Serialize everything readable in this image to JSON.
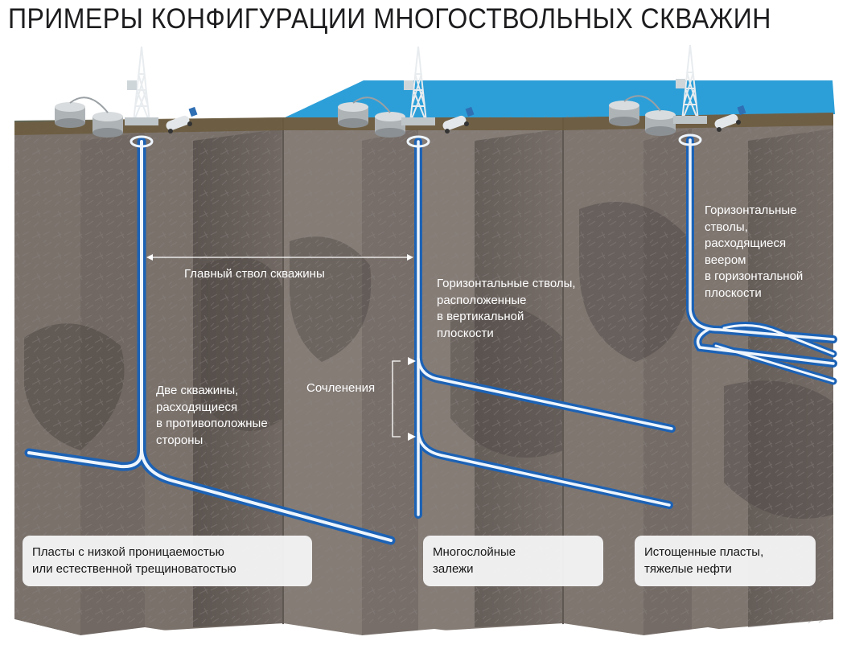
{
  "title": "ПРИМЕРЫ КОНФИГУРАЦИИ МНОГОСТВОЛЬНЫХ СКВАЖИН",
  "labels": {
    "main_bore": "Главный ствол скважины",
    "two_wells": "Две скважины,\nрасходящиеся\nв противоположные\nстороны",
    "junctions": "Сочленения",
    "horizontal_vertical": "Горизонтальные стволы,\nрасположенные\nв вертикальной\nплоскости",
    "horizontal_fan": "Горизонтальные\nстволы,\nрасходящиеся\nвеером\nв горизонтальной\nплоскости"
  },
  "cards": [
    {
      "text": "Пласты с низкой проницаемостью\nили естественной трещиноватостью"
    },
    {
      "text": "Многослойные\nзалежи"
    },
    {
      "text": "Истощенные пласты,\nтяжелые нефти"
    }
  ],
  "colors": {
    "sky": "#2d9fd8",
    "rock": "#786f69",
    "rock_dark": "#5a524d",
    "pipe_blue": "#1c62b5",
    "pipe_light": "#eef5fc",
    "title": "#1d1d1f"
  },
  "icons": [
    "derrick-icon",
    "storage-tank-icon",
    "tanker-truck-icon"
  ]
}
